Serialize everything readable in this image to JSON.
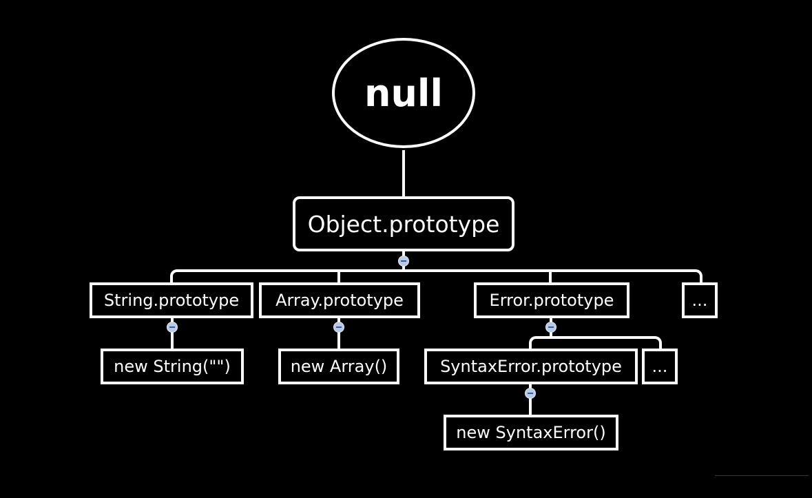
{
  "diagram": {
    "root": {
      "label": "null"
    },
    "object_prototype": {
      "label": "Object.prototype"
    },
    "level1": [
      {
        "label": "String.prototype"
      },
      {
        "label": "Array.prototype"
      },
      {
        "label": "Error.prototype"
      },
      {
        "label": "..."
      }
    ],
    "string_child": {
      "label": "new String(\"\")"
    },
    "array_child": {
      "label": "new Array()"
    },
    "error_children": [
      {
        "label": "SyntaxError.prototype"
      },
      {
        "label": "..."
      }
    ],
    "syntax_child": {
      "label": "new SyntaxError()"
    }
  },
  "colors": {
    "background": "#000000",
    "stroke": "#ffffff",
    "collapse_fill": "#b9c9e8",
    "collapse_mark": "#3b5a9a"
  }
}
